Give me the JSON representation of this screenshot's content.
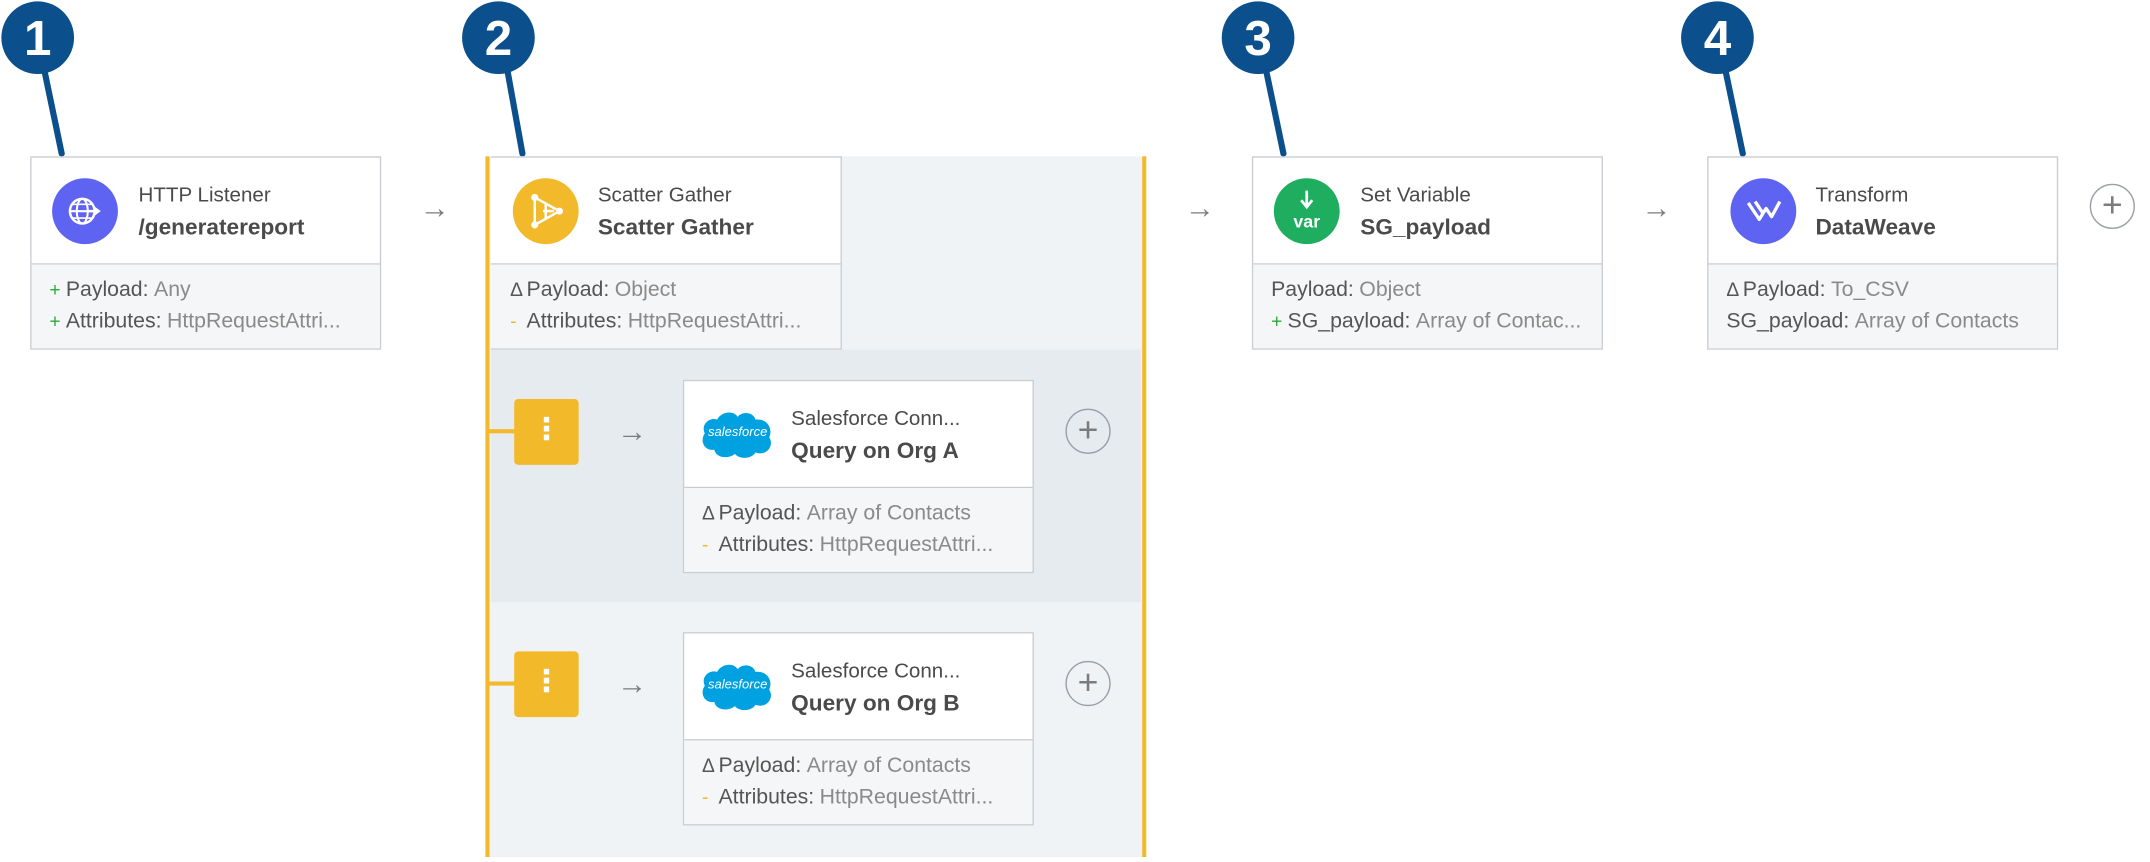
{
  "colors": {
    "badge": "#0b4f8c",
    "http_icon": "#5f63f2",
    "scatter_icon": "#f2b92b",
    "setvar_icon": "#1fad5f",
    "transform_icon": "#5f63f2",
    "salesforce": "#00a1e0",
    "scatter_border": "#f2b92b"
  },
  "callouts": [
    "1",
    "2",
    "3",
    "4"
  ],
  "nodes": {
    "http": {
      "icon": "globe-icon",
      "type": "HTTP Listener",
      "name": "/generatereport",
      "rows": [
        {
          "mark": "+",
          "key": "Payload:",
          "value": "Any"
        },
        {
          "mark": "+",
          "key": "Attributes:",
          "value": "HttpRequestAttri..."
        }
      ]
    },
    "scatter": {
      "icon": "scatter-gather-icon",
      "type": "Scatter Gather",
      "name": "Scatter Gather",
      "rows": [
        {
          "mark": "Δ",
          "key": "Payload:",
          "value": "Object"
        },
        {
          "mark": "-",
          "key": "Attributes:",
          "value": "HttpRequestAttri..."
        }
      ]
    },
    "sf_a": {
      "icon": "salesforce-logo",
      "logo_text": "salesforce",
      "type": "Salesforce Conn...",
      "name": "Query on Org A",
      "rows": [
        {
          "mark": "Δ",
          "key": "Payload:",
          "value": "Array of Contacts"
        },
        {
          "mark": "-",
          "key": "Attributes:",
          "value": "HttpRequestAttri..."
        }
      ]
    },
    "sf_b": {
      "icon": "salesforce-logo",
      "logo_text": "salesforce",
      "type": "Salesforce Conn...",
      "name": "Query on Org B",
      "rows": [
        {
          "mark": "Δ",
          "key": "Payload:",
          "value": "Array of Contacts"
        },
        {
          "mark": "-",
          "key": "Attributes:",
          "value": "HttpRequestAttri..."
        }
      ]
    },
    "setvar": {
      "icon": "set-variable-icon",
      "icon_text": "var",
      "type": "Set Variable",
      "name": "SG_payload",
      "rows": [
        {
          "mark": "",
          "key": "Payload:",
          "value": "Object"
        },
        {
          "mark": "+",
          "key": "SG_payload:",
          "value": "Array of Contac..."
        }
      ]
    },
    "transform": {
      "icon": "dataweave-icon",
      "type": "Transform",
      "name": "DataWeave",
      "rows": [
        {
          "mark": "Δ",
          "key": "Payload:",
          "value": "To_CSV"
        },
        {
          "mark": "",
          "key": "SG_payload:",
          "value": "Array of Contacts"
        }
      ]
    }
  },
  "symbols": {
    "arrow": "→",
    "plus": "+",
    "route_menu": "⋮"
  }
}
